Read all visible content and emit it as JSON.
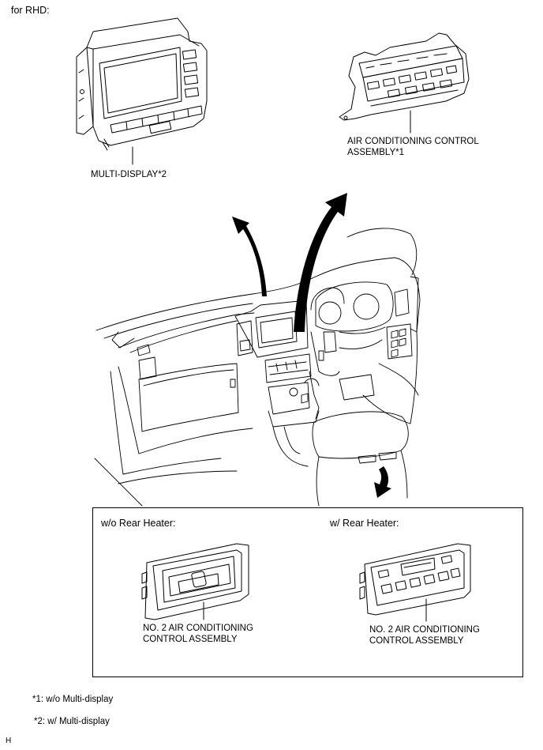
{
  "header": {
    "variant_label": "for RHD:"
  },
  "parts": {
    "multi_display": "MULTI-DISPLAY*2",
    "ac_control_line1": "AIR CONDITIONING CONTROL",
    "ac_control_line2": "ASSEMBLY*1"
  },
  "inset": {
    "left_heading": "w/o Rear Heater:",
    "right_heading": "w/ Rear Heater:",
    "left_part_line1": "NO. 2 AIR CONDITIONING",
    "left_part_line2": "CONTROL ASSEMBLY",
    "right_part_line1": "NO. 2 AIR CONDITIONING",
    "right_part_line2": "CONTROL ASSEMBLY"
  },
  "footnotes": {
    "note1": "*1: w/o Multi-display",
    "note2": "*2: w/ Multi-display"
  },
  "corner_mark": "H"
}
